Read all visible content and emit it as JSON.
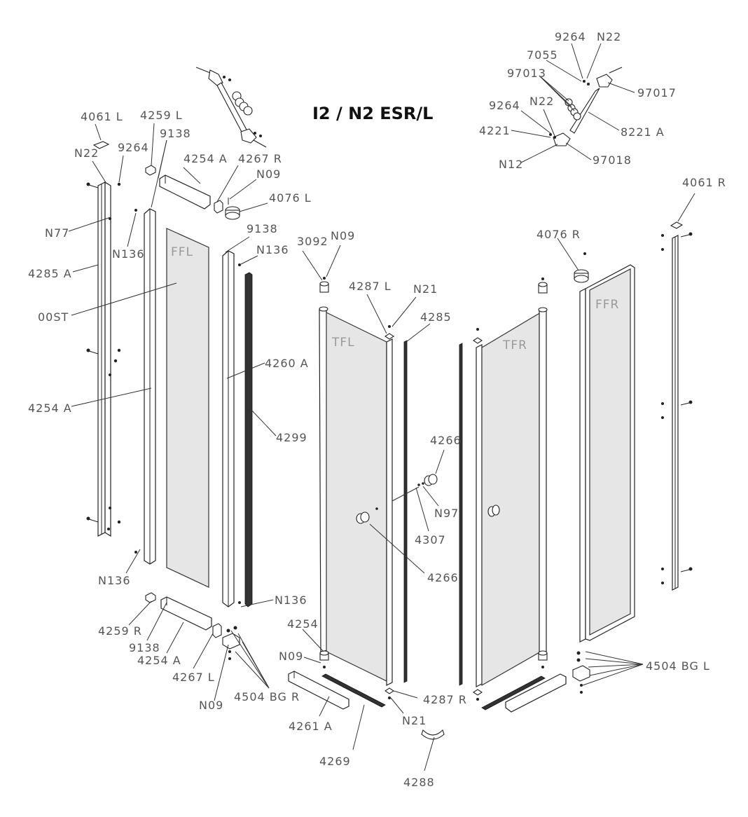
{
  "title": "I2 / N2 ESR/L",
  "panels": {
    "ffl": "FFL",
    "tfl": "TFL",
    "tfr": "TFR",
    "ffr": "FFR"
  },
  "labels": {
    "l_4061L": "4061 L",
    "l_4259L": "4259 L",
    "l_9138_a": "9138",
    "l_N22_a": "N22",
    "l_9264_a": "9264",
    "l_4254A_a": "4254 A",
    "l_4267R": "4267 R",
    "l_N09_a": "N09",
    "l_4076L": "4076 L",
    "l_N77": "N77",
    "l_N136_a": "N136",
    "l_9138_b": "9138",
    "l_N136_b": "N136",
    "l_4285A": "4285 A",
    "l_00ST": "00ST",
    "l_4260A": "4260 A",
    "l_4254A_b": "4254 A",
    "l_4299": "4299",
    "l_N136_c": "N136",
    "l_N136_d": "N136",
    "l_4259R": "4259 R",
    "l_9138_c": "9138",
    "l_4254A_c": "4254 A",
    "l_4267L": "4267 L",
    "l_N09_b": "N09",
    "l_4504BGR": "4504 BG R",
    "l_3092": "3092",
    "l_N09_c": "N09",
    "l_4287L": "4287 L",
    "l_N21_a": "N21",
    "l_4285": "4285",
    "l_4266_a": "4266",
    "l_N97": "N97",
    "l_4307": "4307",
    "l_4266_b": "4266",
    "l_4254": "4254",
    "l_N09_d": "N09",
    "l_4287R": "4287 R",
    "l_N21_b": "N21",
    "l_4261A": "4261 A",
    "l_4269": "4269",
    "l_4288": "4288",
    "l_4076R": "4076 R",
    "l_4061R": "4061 R",
    "l_4504BGL": "4504 BG L",
    "l_9264_b": "9264",
    "l_N22_b": "N22",
    "l_7055": "7055",
    "l_97013": "97013",
    "l_97017": "97017",
    "l_9264_c": "9264",
    "l_N22_c": "N22",
    "l_4221": "4221",
    "l_8221A": "8221 A",
    "l_N12": "N12",
    "l_97018": "97018"
  }
}
